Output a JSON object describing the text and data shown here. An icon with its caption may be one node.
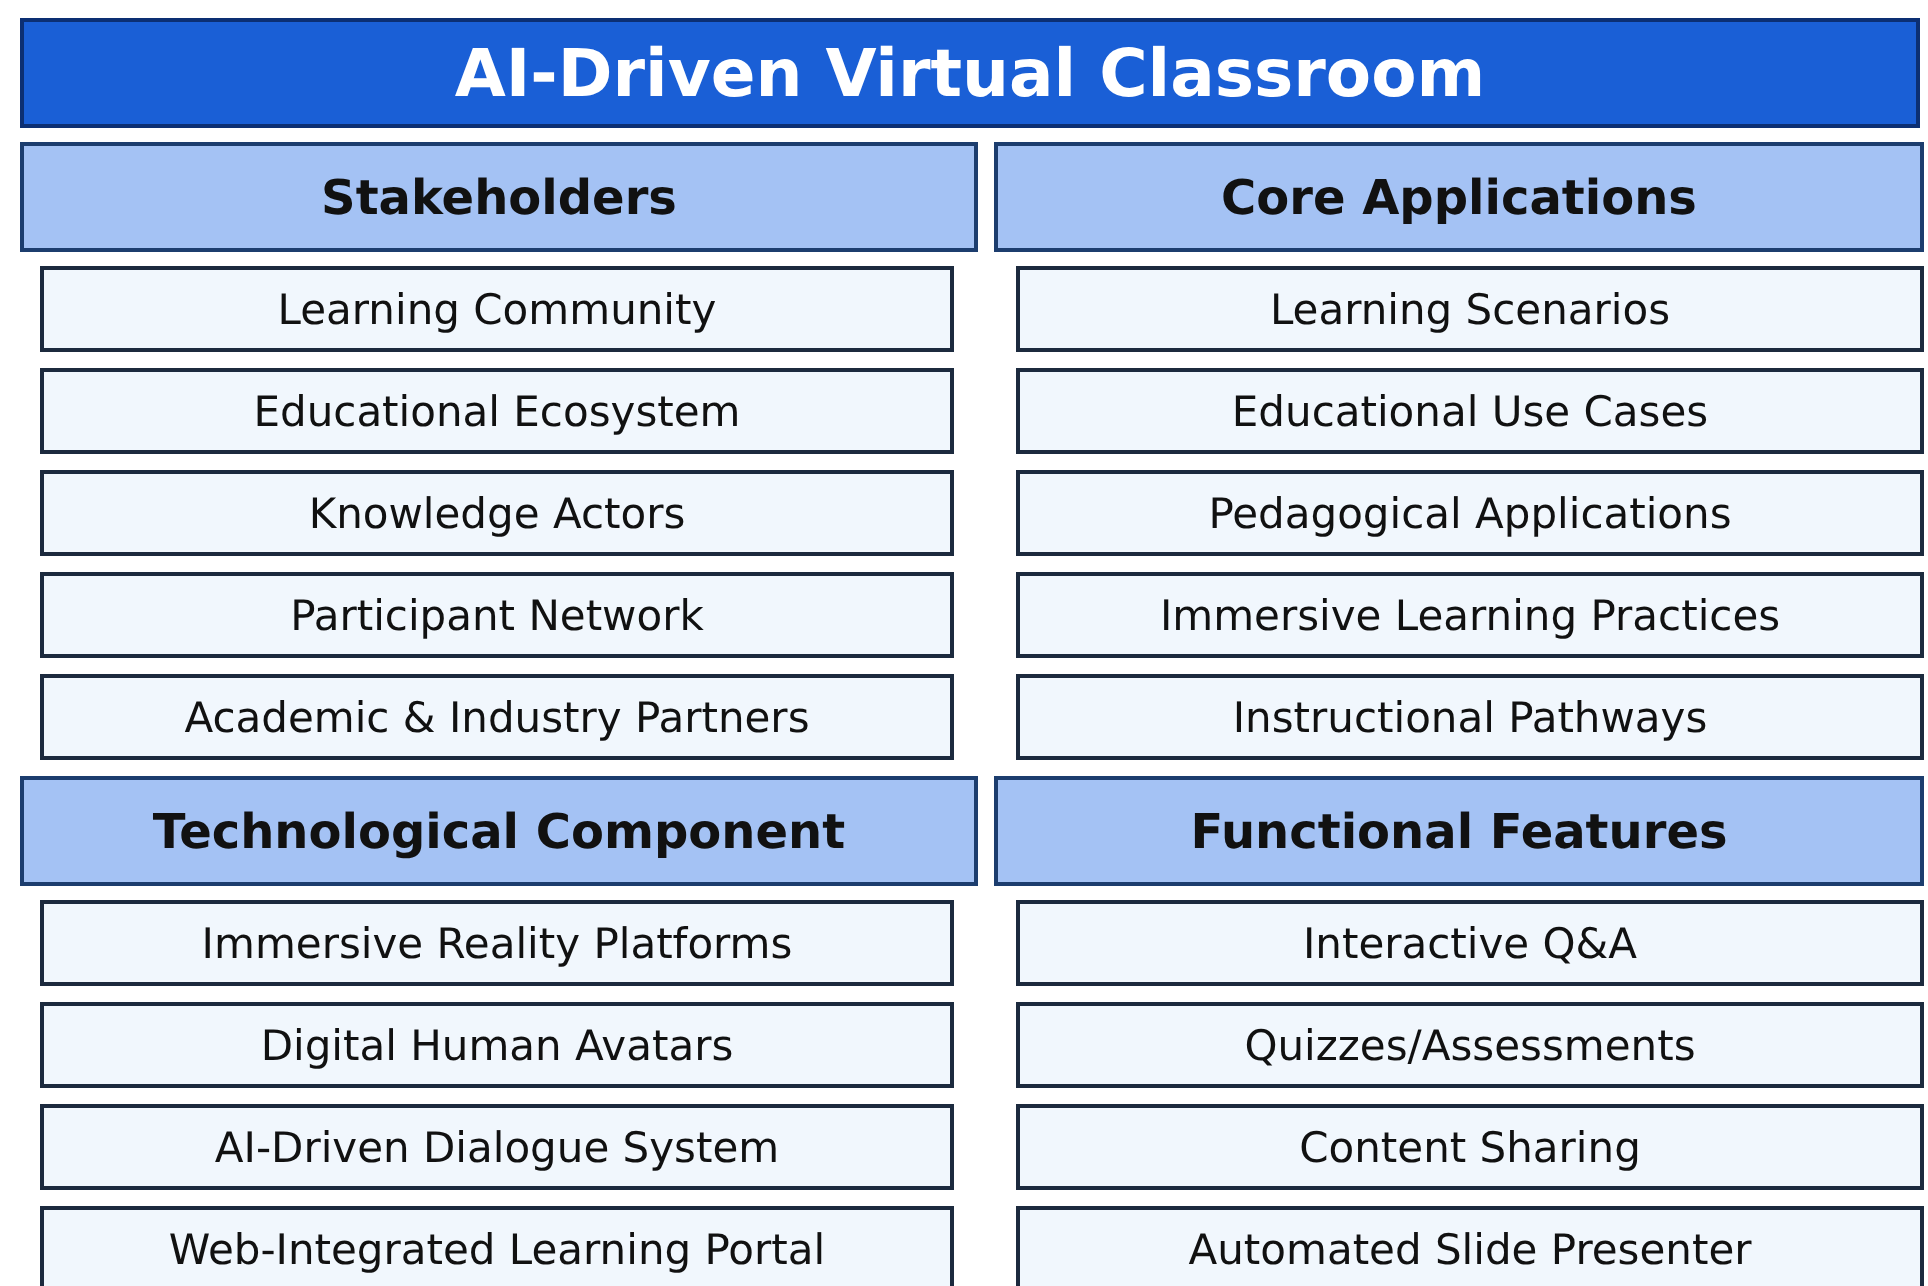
{
  "diagram": {
    "title": "AI-Driven Virtual Classroom",
    "nodes": [
      {
        "text": [
          "Stakeholders"
        ]
      },
      {
        "text": [
          "Learning Community"
        ]
      },
      {
        "text": [
          "Educational Ecosystem"
        ]
      },
      {
        "text": [
          "Knowledge Actors"
        ]
      },
      {
        "text": [
          "Participant Network"
        ]
      },
      {
        "text": [
          "Academic & Industry Partners"
        ]
      },
      {
        "text": [
          "Core Applications"
        ]
      },
      {
        "text": [
          "Learning Scenarios"
        ]
      },
      {
        "text": [
          "Educational Use Cases"
        ]
      },
      {
        "text": [
          "Pedagogical Applications"
        ]
      },
      {
        "text": [
          "Immersive Learning Practices"
        ]
      },
      {
        "text": [
          "Instructional Pathways"
        ]
      },
      {
        "text": [
          "Technological Component"
        ]
      },
      {
        "text": [
          "Immersive Reality Platforms"
        ]
      },
      {
        "text": [
          "Digital Human Avatars"
        ]
      },
      {
        "text": [
          "AI-Driven Dialogue System"
        ]
      },
      {
        "text": [
          "Web-Integrated Learning Portal"
        ]
      },
      {
        "text": [
          "Functional Features"
        ]
      },
      {
        "text": [
          "Interactive Q&A"
        ]
      },
      {
        "text": [
          "Quizzes/Assessments"
        ]
      },
      {
        "text": [
          "Content Sharing"
        ]
      },
      {
        "text": [
          "Automated Slide Presenter"
        ]
      }
    ]
  }
}
